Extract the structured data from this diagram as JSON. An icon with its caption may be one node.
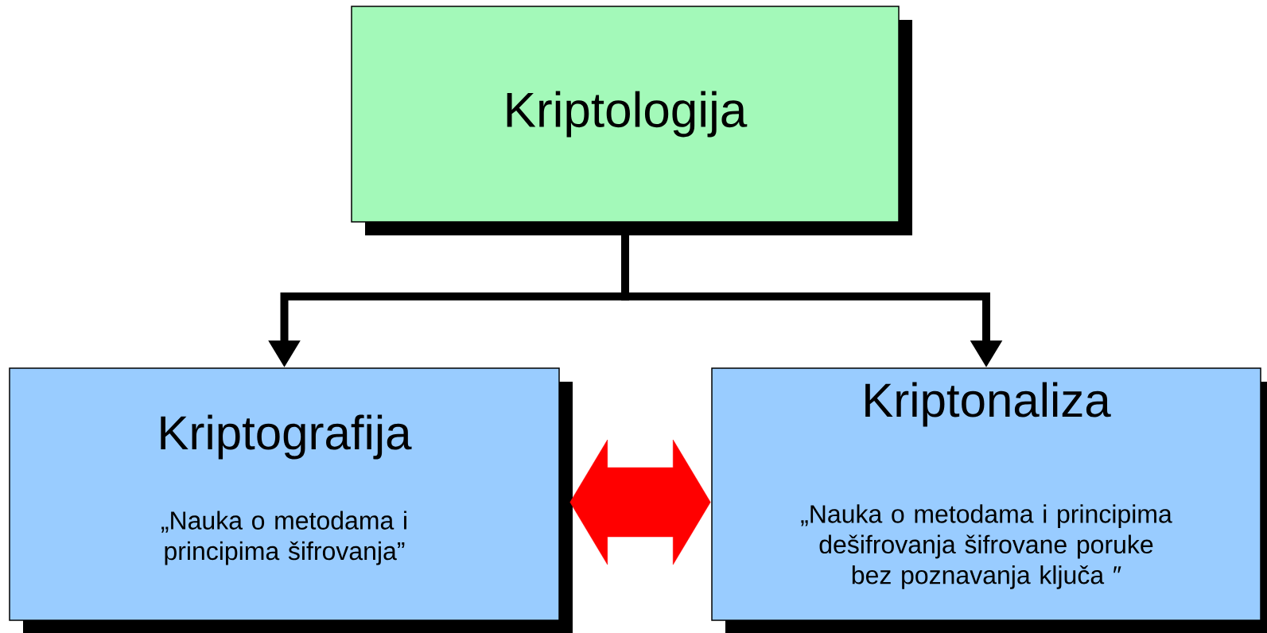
{
  "diagram": {
    "nodes": [
      {
        "text": [
          "Kriptologija"
        ]
      },
      {
        "text": [
          "Kriptografija",
          "„Nauka o metodama i principima šifrovanja”"
        ]
      },
      {
        "text": [
          "Kriptonaliza",
          "„Nauka o metodama i principima dešifrovanja šifrovane poruke bez poznavanja ključa ″"
        ]
      }
    ],
    "edges": [
      {
        "from": 0,
        "to": 1,
        "arrow": "to"
      },
      {
        "from": 0,
        "to": 2,
        "arrow": "to"
      },
      {
        "from": 1,
        "to": 2,
        "arrow": "both",
        "style": "thick",
        "color": "#ff0000"
      }
    ]
  }
}
